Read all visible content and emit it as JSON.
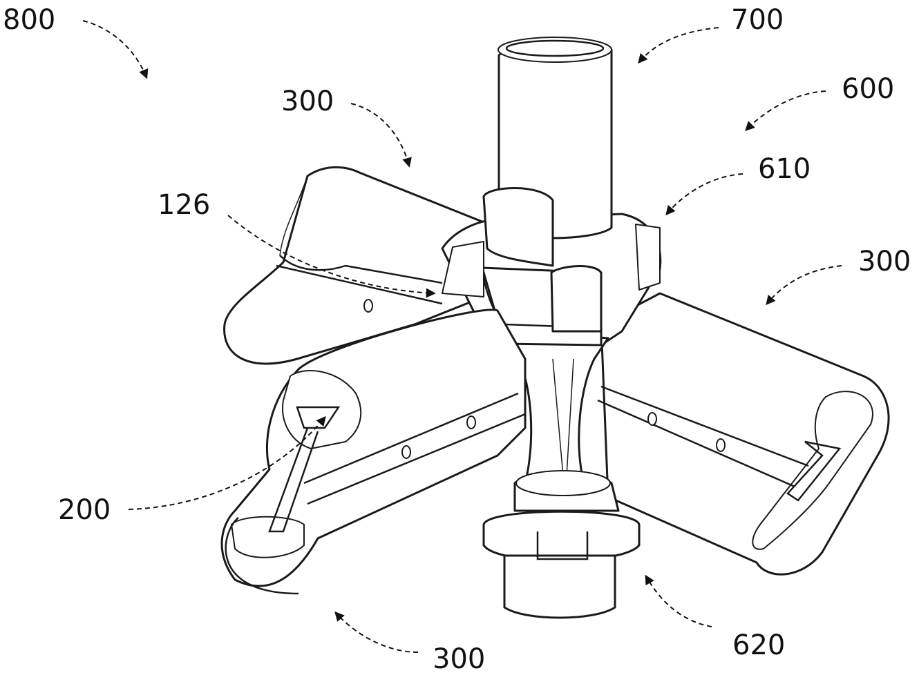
{
  "figure": {
    "labels": {
      "assembly": "800",
      "shaft": "700",
      "hub": "600",
      "hub_upper_collar": "610",
      "hub_lower_collar": "620",
      "blade_upper_left": "300",
      "blade_right": "300",
      "blade_bottom": "300",
      "slot_feature": "126",
      "link_member": "200"
    }
  }
}
